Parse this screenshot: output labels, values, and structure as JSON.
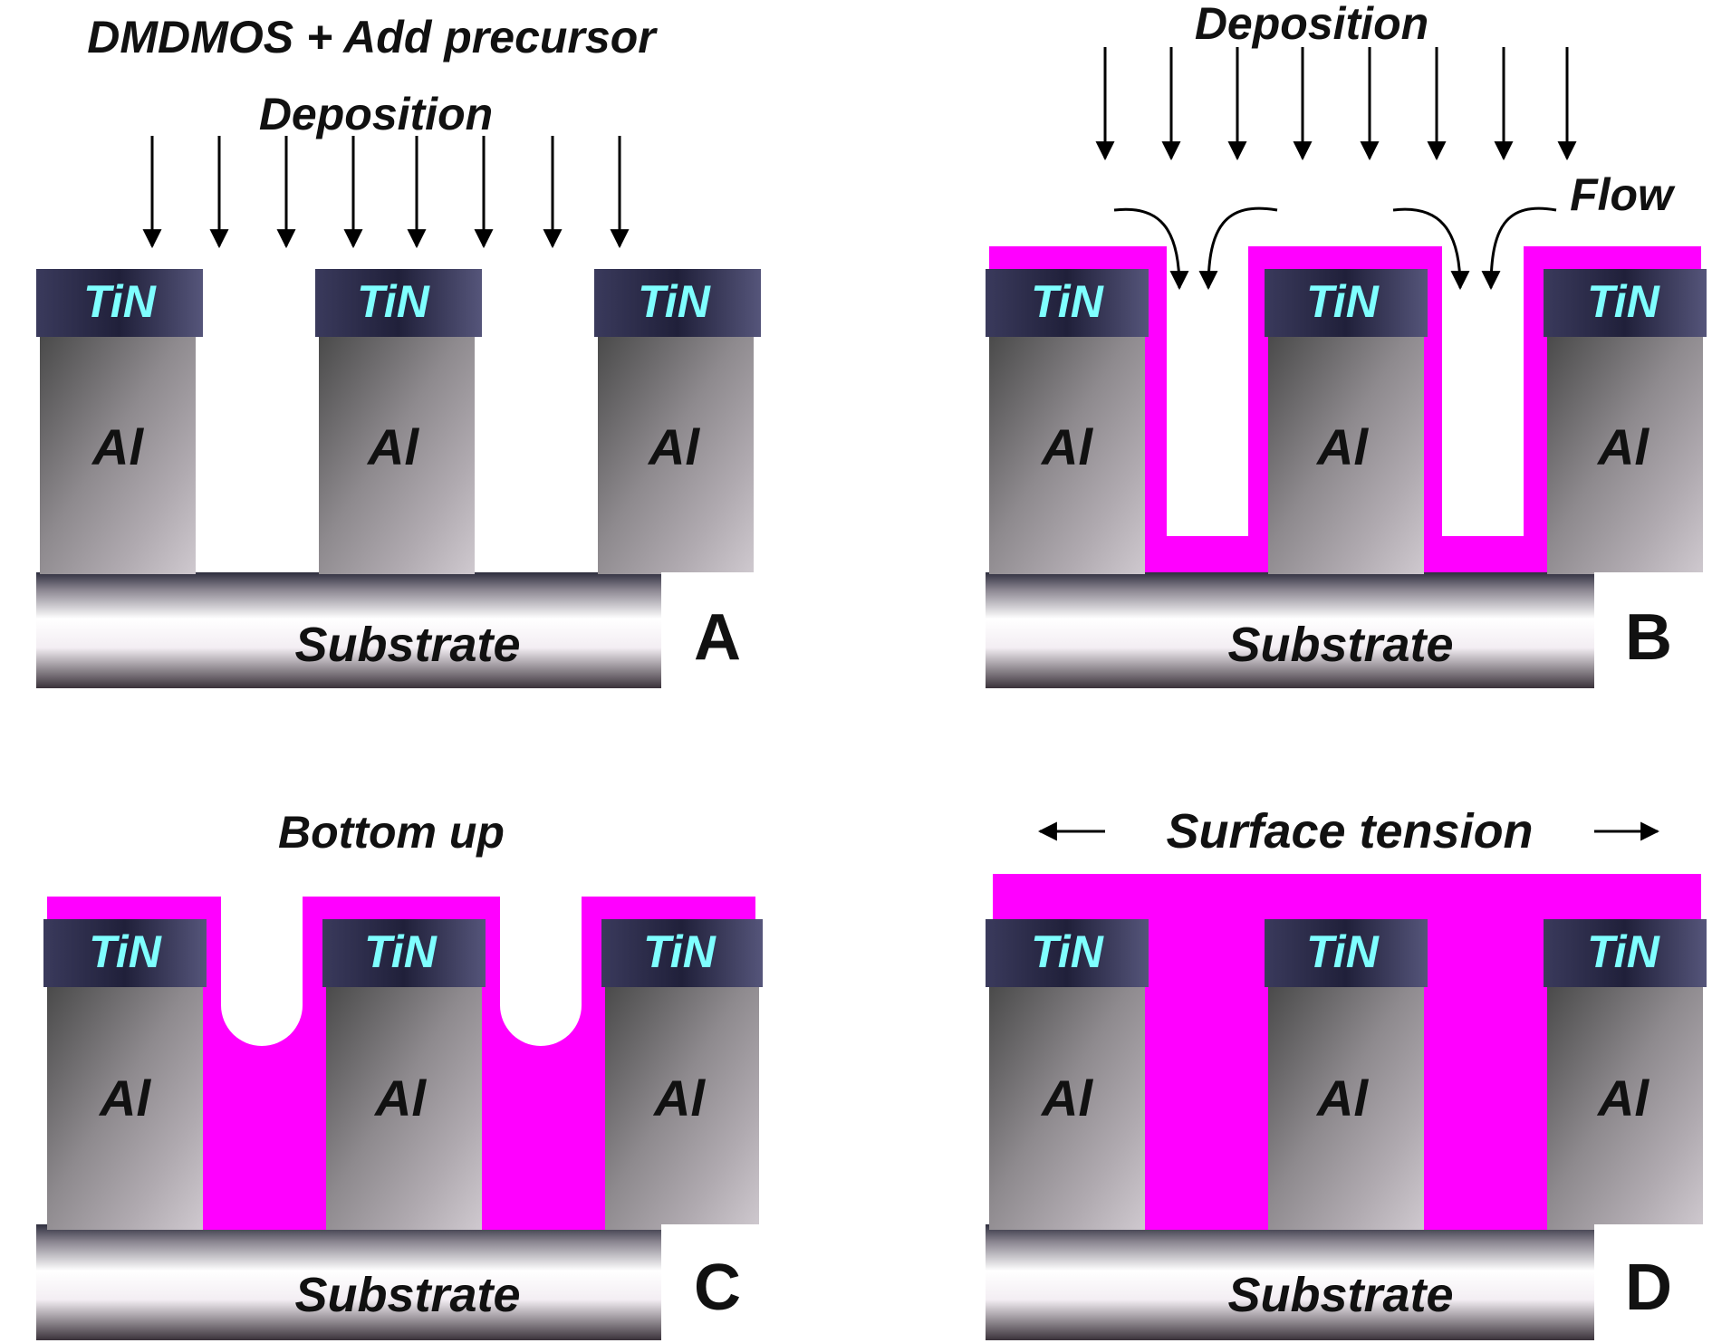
{
  "colors": {
    "fill": "#ff00ff",
    "tin_text": "#7fffff",
    "tin_cap": "#2b2b4a",
    "text": "#111111",
    "background": "#ffffff"
  },
  "labels": {
    "tin": "TiN",
    "al": "Al",
    "substrate": "Substrate"
  },
  "panels": {
    "A": {
      "letter": "A",
      "title": "DMDMOS + Add precursor",
      "subtitle": "Deposition"
    },
    "B": {
      "letter": "B",
      "title": "Deposition",
      "flow": "Flow"
    },
    "C": {
      "letter": "C",
      "title": "Bottom up"
    },
    "D": {
      "letter": "D",
      "title": "Surface tension"
    }
  }
}
